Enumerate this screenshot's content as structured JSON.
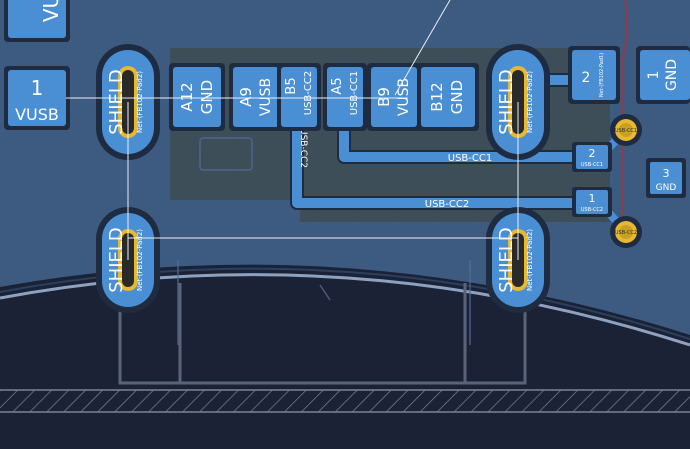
{
  "colors": {
    "background": "#1b2236",
    "board_fill": "#3d5a80",
    "board_edge": "#8ea2c0",
    "pad": "#4a8fd4",
    "pad_dark": "#1e2b40",
    "track": "#4a8fd4",
    "ratsnest": "#e8eef6",
    "via_ring": "#e8b930",
    "via_hole": "#2a2a2a",
    "keepout": "#6a6a6a",
    "silk_gray": "#5b6b86",
    "hatch": "#7a8496",
    "red_line": "#b03030"
  },
  "pads": {
    "top_left_partial": "VU",
    "vusb_left_number": "1",
    "vusb_left_name": "VUSB",
    "a12_pin": "A12",
    "a12_net": "GND",
    "a9_pin": "A9",
    "a9_net": "VUSB",
    "b5_pin": "B5",
    "b5_net": "USB-CC2",
    "a5_pin": "A5",
    "a5_net": "USB-CC1",
    "b9_pin": "B9",
    "b9_net": "VUSB",
    "b12_pin": "B12",
    "b12_net": "GND",
    "right_pad2_number": "2",
    "right_pad2_net": "Net-(FB102-Pad1)",
    "right_gnd_number": "1",
    "right_gnd_name": "GND",
    "cc1_pad_number": "2",
    "cc1_pad_net": "USB-CC1",
    "cc2_pad_number": "1",
    "cc2_pad_net": "USB-CC2",
    "gnd3_number": "3",
    "gnd3_name": "GND"
  },
  "shields": {
    "label": "SHIELD",
    "net": "Net-(FB102-Pad2)"
  },
  "tracks": {
    "cc1_label": "USB-CC1",
    "cc2_label": "USB-CC2",
    "cc2_vertical_label": "USB-CC2"
  },
  "vias": {
    "label_top": "USB-CC1",
    "label_bottom": "USB-CC2"
  }
}
